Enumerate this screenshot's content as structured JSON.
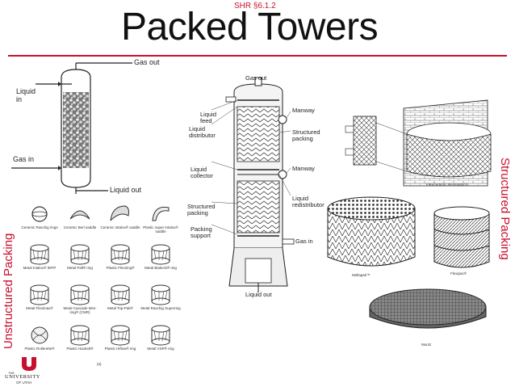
{
  "header": {
    "reference": "SHR §6.1.2",
    "title": "Packed Towers"
  },
  "side_labels": {
    "left": "Unstructured Packing",
    "right": "Structured Packing"
  },
  "simple_tower": {
    "gas_out": "Gas out",
    "liquid_in": "Liquid\nin",
    "gas_in": "Gas in",
    "liquid_out": "Liquid out"
  },
  "random_packing": {
    "items": [
      "Ceramic Raschig rings",
      "Ceramic Berl saddle",
      "Ceramic Intalox® saddle",
      "Plastic super Intalox® saddle",
      "Metal Intalox® IMTP",
      "Metal Pall® ring",
      "Plastic Flexiring®",
      "Metal Bialecki® ring",
      "Metal Fleximax®",
      "Metal Cascade Mini-ring® (CMR)",
      "Metal Top-Pak®",
      "Metal Raschig Superring",
      "Plastic Rollerette®",
      "Plastic Hackett®",
      "Plastic Hiflow® ring",
      "Metal VSP® ring"
    ],
    "caption": "(a)"
  },
  "column": {
    "gas_out": "Gas out",
    "liquid_feed": "Liquid\nfeed",
    "liquid_distributor": "Liquid\ndistributor",
    "liquid_collector": "Liquid\ncollector",
    "structured_packing_left": "Structured\npacking",
    "packing_support": "Packing\nsupport",
    "liquid_out": "Liquid out",
    "manway_1": "Manway",
    "structured_packing_right": "Structured\npacking",
    "manway_2": "Manway",
    "liquid_redistributor": "Liquid\nredistributor",
    "gas_in": "Gas in"
  },
  "structured": {
    "flexiceramic": "Flexiceramic Flexeramic®",
    "mellapak": "Mellapak™",
    "flexipac": "Flexipac®",
    "montz": "Montz"
  },
  "logo": {
    "line1": "THE",
    "line2": "UNIVERSITY",
    "line3": "OF UTAH"
  },
  "colors": {
    "accent": "#c8102e",
    "text": "#111111"
  }
}
